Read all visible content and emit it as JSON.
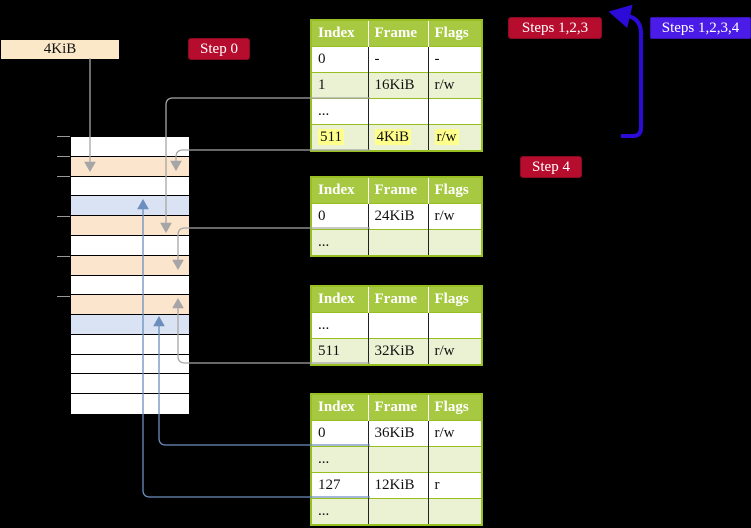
{
  "labels": {
    "memory_box": "4KiB",
    "step0": "Step 0",
    "steps123": "Steps 1,2,3",
    "steps1234": "Steps 1,2,3,4",
    "step4": "Step 4"
  },
  "tables": [
    {
      "columns": [
        "Index",
        "Frame",
        "Flags"
      ],
      "rows": [
        {
          "cells": [
            "0",
            "-",
            "-"
          ],
          "highlight": false
        },
        {
          "cells": [
            "1",
            "16KiB",
            "r/w"
          ],
          "highlight": false
        },
        {
          "cells": [
            "...",
            "",
            ""
          ],
          "highlight": false
        },
        {
          "cells": [
            "511",
            "4KiB",
            "r/w"
          ],
          "highlight": true
        }
      ]
    },
    {
      "columns": [
        "Index",
        "Frame",
        "Flags"
      ],
      "rows": [
        {
          "cells": [
            "0",
            "24KiB",
            "r/w"
          ],
          "highlight": false
        },
        {
          "cells": [
            "...",
            "",
            ""
          ],
          "highlight": false
        }
      ]
    },
    {
      "columns": [
        "Index",
        "Frame",
        "Flags"
      ],
      "rows": [
        {
          "cells": [
            "...",
            "",
            ""
          ],
          "highlight": false
        },
        {
          "cells": [
            "511",
            "32KiB",
            "r/w"
          ],
          "highlight": false
        }
      ]
    },
    {
      "columns": [
        "Index",
        "Frame",
        "Flags"
      ],
      "rows": [
        {
          "cells": [
            "0",
            "36KiB",
            "r/w"
          ],
          "highlight": false
        },
        {
          "cells": [
            "...",
            "",
            ""
          ],
          "highlight": false
        },
        {
          "cells": [
            "127",
            "12KiB",
            "r"
          ],
          "highlight": false
        },
        {
          "cells": [
            "...",
            "",
            ""
          ],
          "highlight": false
        }
      ]
    }
  ],
  "memory": {
    "rows": [
      "white",
      "peach",
      "white",
      "blue",
      "peach",
      "white",
      "peach",
      "white",
      "peach",
      "blue",
      "white",
      "white",
      "white",
      "white"
    ]
  },
  "colors": {
    "background": "#000000",
    "memory_box_fill": "#fbe8c8",
    "step_badge_red": "#b60d2e",
    "step_badge_blue": "#4b1ce8",
    "table_header_green": "#a7c942",
    "table_border_green": "#98bf21",
    "table_alt_row": "#eaf2d3",
    "highlight_yellow": "#ffff8c",
    "frame_peach": "#fce5cd",
    "frame_blue": "#dae3f3",
    "wire_gray": "#a6a6a6",
    "wire_blue": "#6c8ebf",
    "big_arrow_blue": "#2c0ad8"
  }
}
